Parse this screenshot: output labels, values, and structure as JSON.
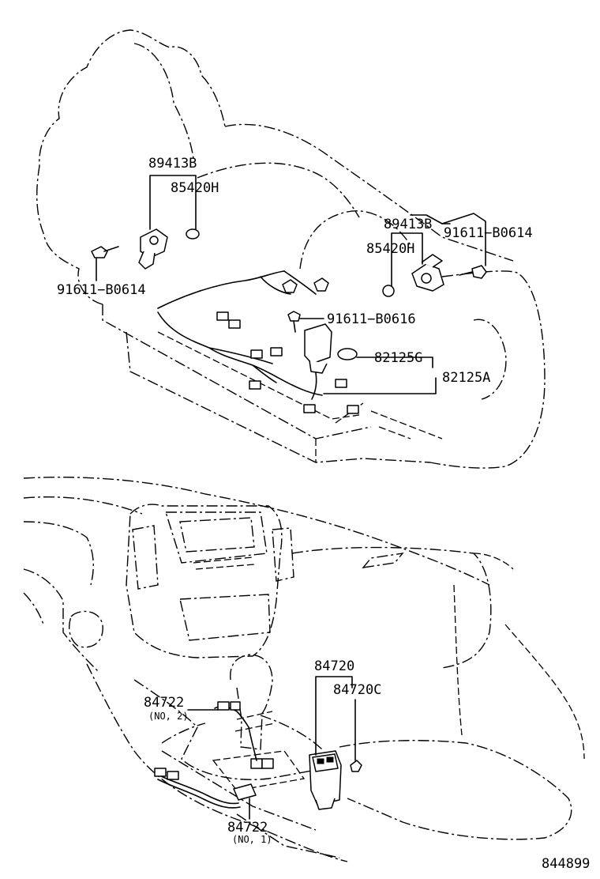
{
  "callouts": {
    "p89413b_left": "89413B",
    "p85420h_left": "85420H",
    "p91611_b0614_left": "91611−B0614",
    "p89413b_right": "89413B",
    "p85420h_right": "85420H",
    "p91611_b0614_right": "91611−B0614",
    "p91611_b0616": "91611−B0616",
    "p82125g": "82125G",
    "p82125a": "82125A",
    "p84720": "84720",
    "p84720c": "84720C",
    "p84722_no2": "84722",
    "p84722_no2_sub": "(NO, 2)",
    "p84722_no1": "84722",
    "p84722_no1_sub": "(NO, 1)"
  },
  "figure_number": "844899"
}
